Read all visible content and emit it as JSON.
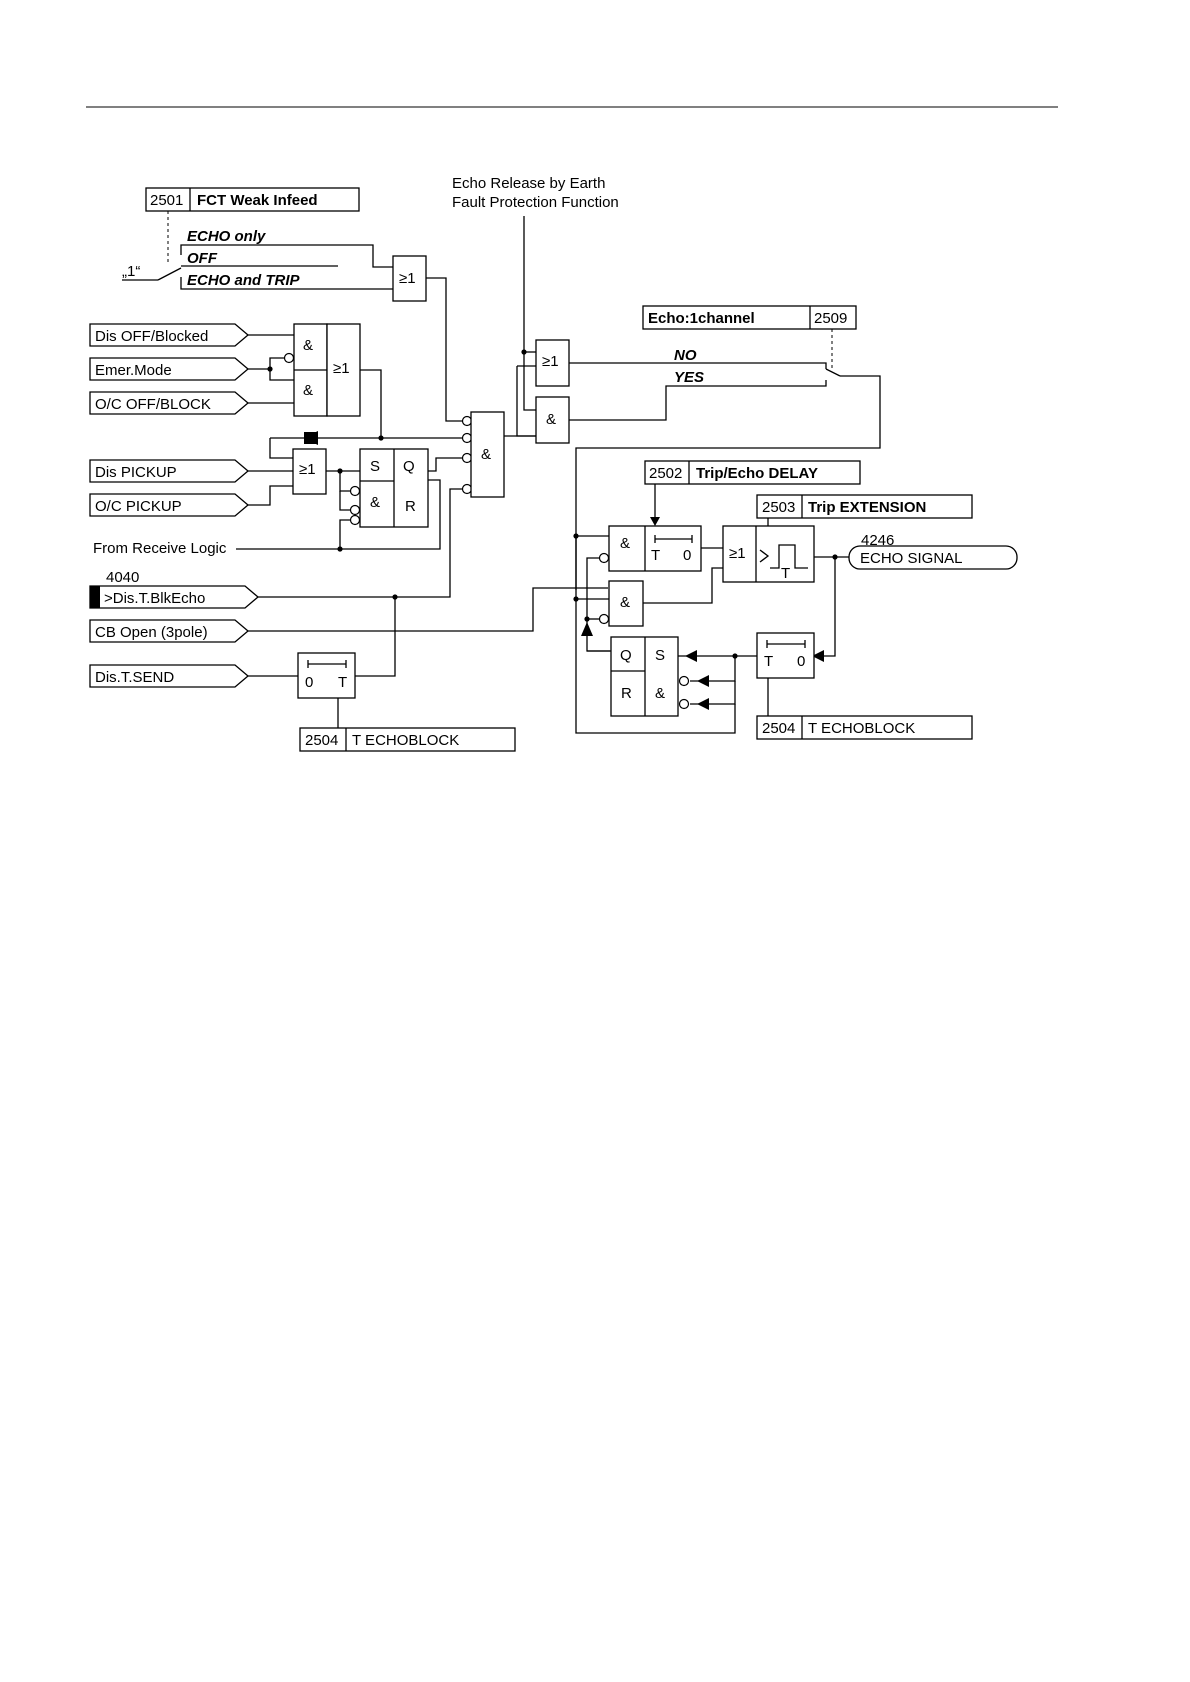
{
  "params": {
    "weak_infeed": {
      "num": "2501",
      "label": "FCT Weak Infeed"
    },
    "echo_channel": {
      "num": "2509",
      "label": "Echo:1channel"
    },
    "trip_echo_delay": {
      "num": "2502",
      "label": "Trip/Echo DELAY"
    },
    "trip_extension": {
      "num": "2503",
      "label": "Trip EXTENSION"
    },
    "echoblock_left": {
      "num": "2504",
      "label": "T ECHOBLOCK"
    },
    "echoblock_right": {
      "num": "2504",
      "label": "T ECHOBLOCK"
    }
  },
  "switch": {
    "one": "„1“",
    "opt_echo_only": "ECHO only",
    "opt_off": "OFF",
    "opt_echo_trip": "ECHO and TRIP",
    "opt_no": "NO",
    "opt_yes": "YES"
  },
  "inputs": {
    "dis_off": "Dis OFF/Blocked",
    "emer": "Emer.Mode",
    "oc_off": "O/C OFF/BLOCK",
    "dis_pickup": "Dis PICKUP",
    "oc_pickup": "O/C PICKUP",
    "from_receive": "From Receive Logic",
    "blk_echo_num": "4040",
    "blk_echo": ">Dis.T.BlkEcho",
    "cb_open": "CB Open (3pole)",
    "dis_send": "Dis.T.SEND"
  },
  "earth_fault": {
    "line1": "Echo Release by Earth",
    "line2": "Fault Protection Function"
  },
  "output": {
    "num": "4246",
    "label": "ECHO SIGNAL"
  },
  "gates": {
    "or": "≥1",
    "and": "&",
    "s": "S",
    "q": "Q",
    "r": "R",
    "t": "T",
    "zero": "0"
  }
}
